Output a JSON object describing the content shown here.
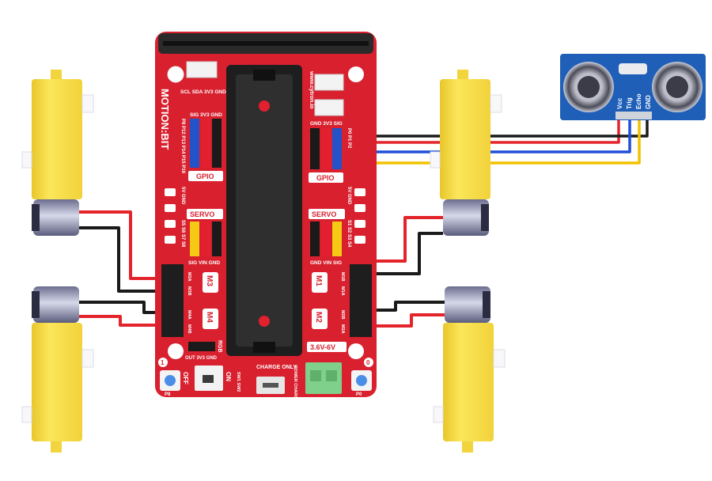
{
  "board": {
    "brand": "MOTION:BIT",
    "website": "www.cytron.io",
    "i2c_header": "SCL SDA 3V3 GND",
    "left_gpio_header": "SIG 3V3 GND",
    "right_gpio_header": "GND 3V3 SIG",
    "left_pins": "P8 P12 P13 P14 P15 P16",
    "right_pins": "P0 P1 P2",
    "gpio_label": "GPIO",
    "servo_label": "SERVO",
    "left_servo_pins": "S5 S6 S7 S8",
    "right_servo_pins": "S1 S2 S3 S4",
    "left_servo_bottom": "SIG VIN GND",
    "right_servo_bottom": "GND VIN SIG",
    "servo_top_left": "5V GND",
    "servo_top_right": "5V GND",
    "motors": [
      "M3",
      "M4",
      "M1",
      "M2"
    ],
    "motor_pins_left": [
      "M3A",
      "M3B",
      "M4A",
      "M4B"
    ],
    "motor_pins_right": [
      "M1B",
      "M1A",
      "M2B",
      "M2A"
    ],
    "rgb_label": "RGB",
    "rgb_pins": "OUT 3V3 GND",
    "power_off": "OFF",
    "power_on": "ON",
    "switch_labels": "SW1 SW2",
    "charge_label": "CHARGE ONLY",
    "power_label": "POWER CHARGE",
    "voltage_label": "3.6V-6V",
    "button_left": "1",
    "button_right": "0",
    "button_left_pin": "P8",
    "button_right_pin": "P0"
  },
  "sensor": {
    "pins": [
      "Vcc",
      "Trig",
      "Echo",
      "GND"
    ]
  },
  "colors": {
    "board_red": "#d8202e",
    "motor_yellow": "#f7e14a",
    "sensor_blue": "#1f5fb8",
    "wire_red": "#e3242b",
    "wire_black": "#1a1a1a",
    "wire_blue": "#1f4fd8",
    "wire_yellow": "#f2c200",
    "gpio_blue": "#2453c9",
    "servo_yellow": "#f6c914",
    "terminal_green": "#7fd08a"
  }
}
